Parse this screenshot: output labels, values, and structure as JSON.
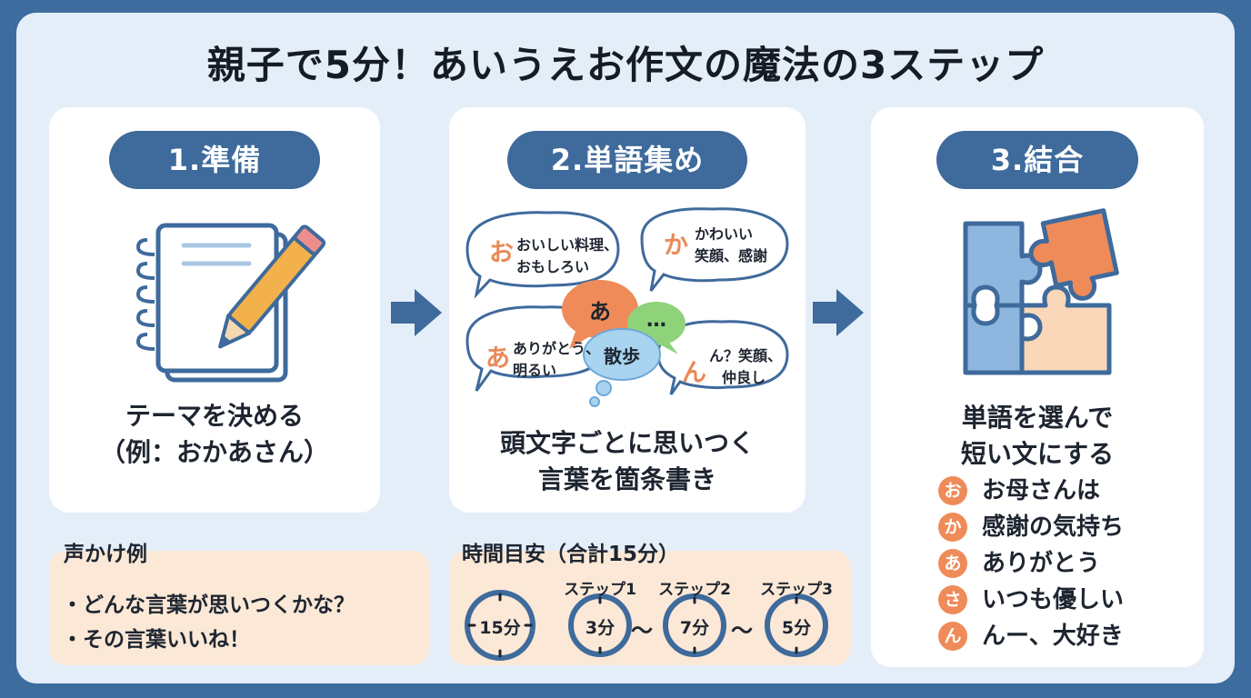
{
  "title": "親子で5分！あいうえお作文の魔法の3ステップ",
  "steps": [
    {
      "label": "1.準備",
      "text_line1": "テーマを決める",
      "text_line2": "（例：おかあさん）",
      "icon": "notebook-pencil-icon"
    },
    {
      "label": "2.単語集め",
      "text_line1": "頭文字ごとに思いつく",
      "text_line2": "言葉を箇条書き",
      "icon": "speech-bubbles-icon"
    },
    {
      "label": "3.結合",
      "text_line1": "単語を選んで",
      "text_line2": "短い文にする",
      "icon": "puzzle-icon"
    }
  ],
  "bubbles": [
    {
      "head": "お",
      "line1": "おいしい料理、",
      "line2": "おもしろい"
    },
    {
      "head": "か",
      "line1": "かわいい",
      "line2": "笑顔、感謝"
    },
    {
      "head": "あ",
      "line1": "ありがとう、",
      "line2": "明るい"
    },
    {
      "head": "ん",
      "line1": "ん？笑顔、",
      "line2": "仲良し"
    }
  ],
  "center_bubbles": {
    "orange": "あ",
    "dots": "…",
    "blue": "散歩"
  },
  "voice": {
    "title": "声かけ例",
    "items": [
      "・どんな言葉が思いつくかな？",
      "・その言葉いいね！"
    ]
  },
  "time": {
    "title": "時間目安（合計15分）",
    "total": "15分",
    "steps": [
      {
        "label": "ステップ1",
        "value": "3分"
      },
      {
        "label": "ステップ2",
        "value": "7分"
      },
      {
        "label": "ステップ3",
        "value": "5分"
      }
    ],
    "sep": "〜"
  },
  "acrostic": [
    {
      "head": "お",
      "text": "お母さんは"
    },
    {
      "head": "か",
      "text": "感謝の気持ち"
    },
    {
      "head": "あ",
      "text": "ありがとう"
    },
    {
      "head": "さ",
      "text": "いつも優しい"
    },
    {
      "head": "ん",
      "text": "んー、大好き"
    }
  ],
  "colors": {
    "background": "#3d6c9e",
    "panel": "#e4eef8",
    "accent_blue": "#3e6a9c",
    "accent_orange": "#ef8b59",
    "peach": "#fbe8d6"
  }
}
